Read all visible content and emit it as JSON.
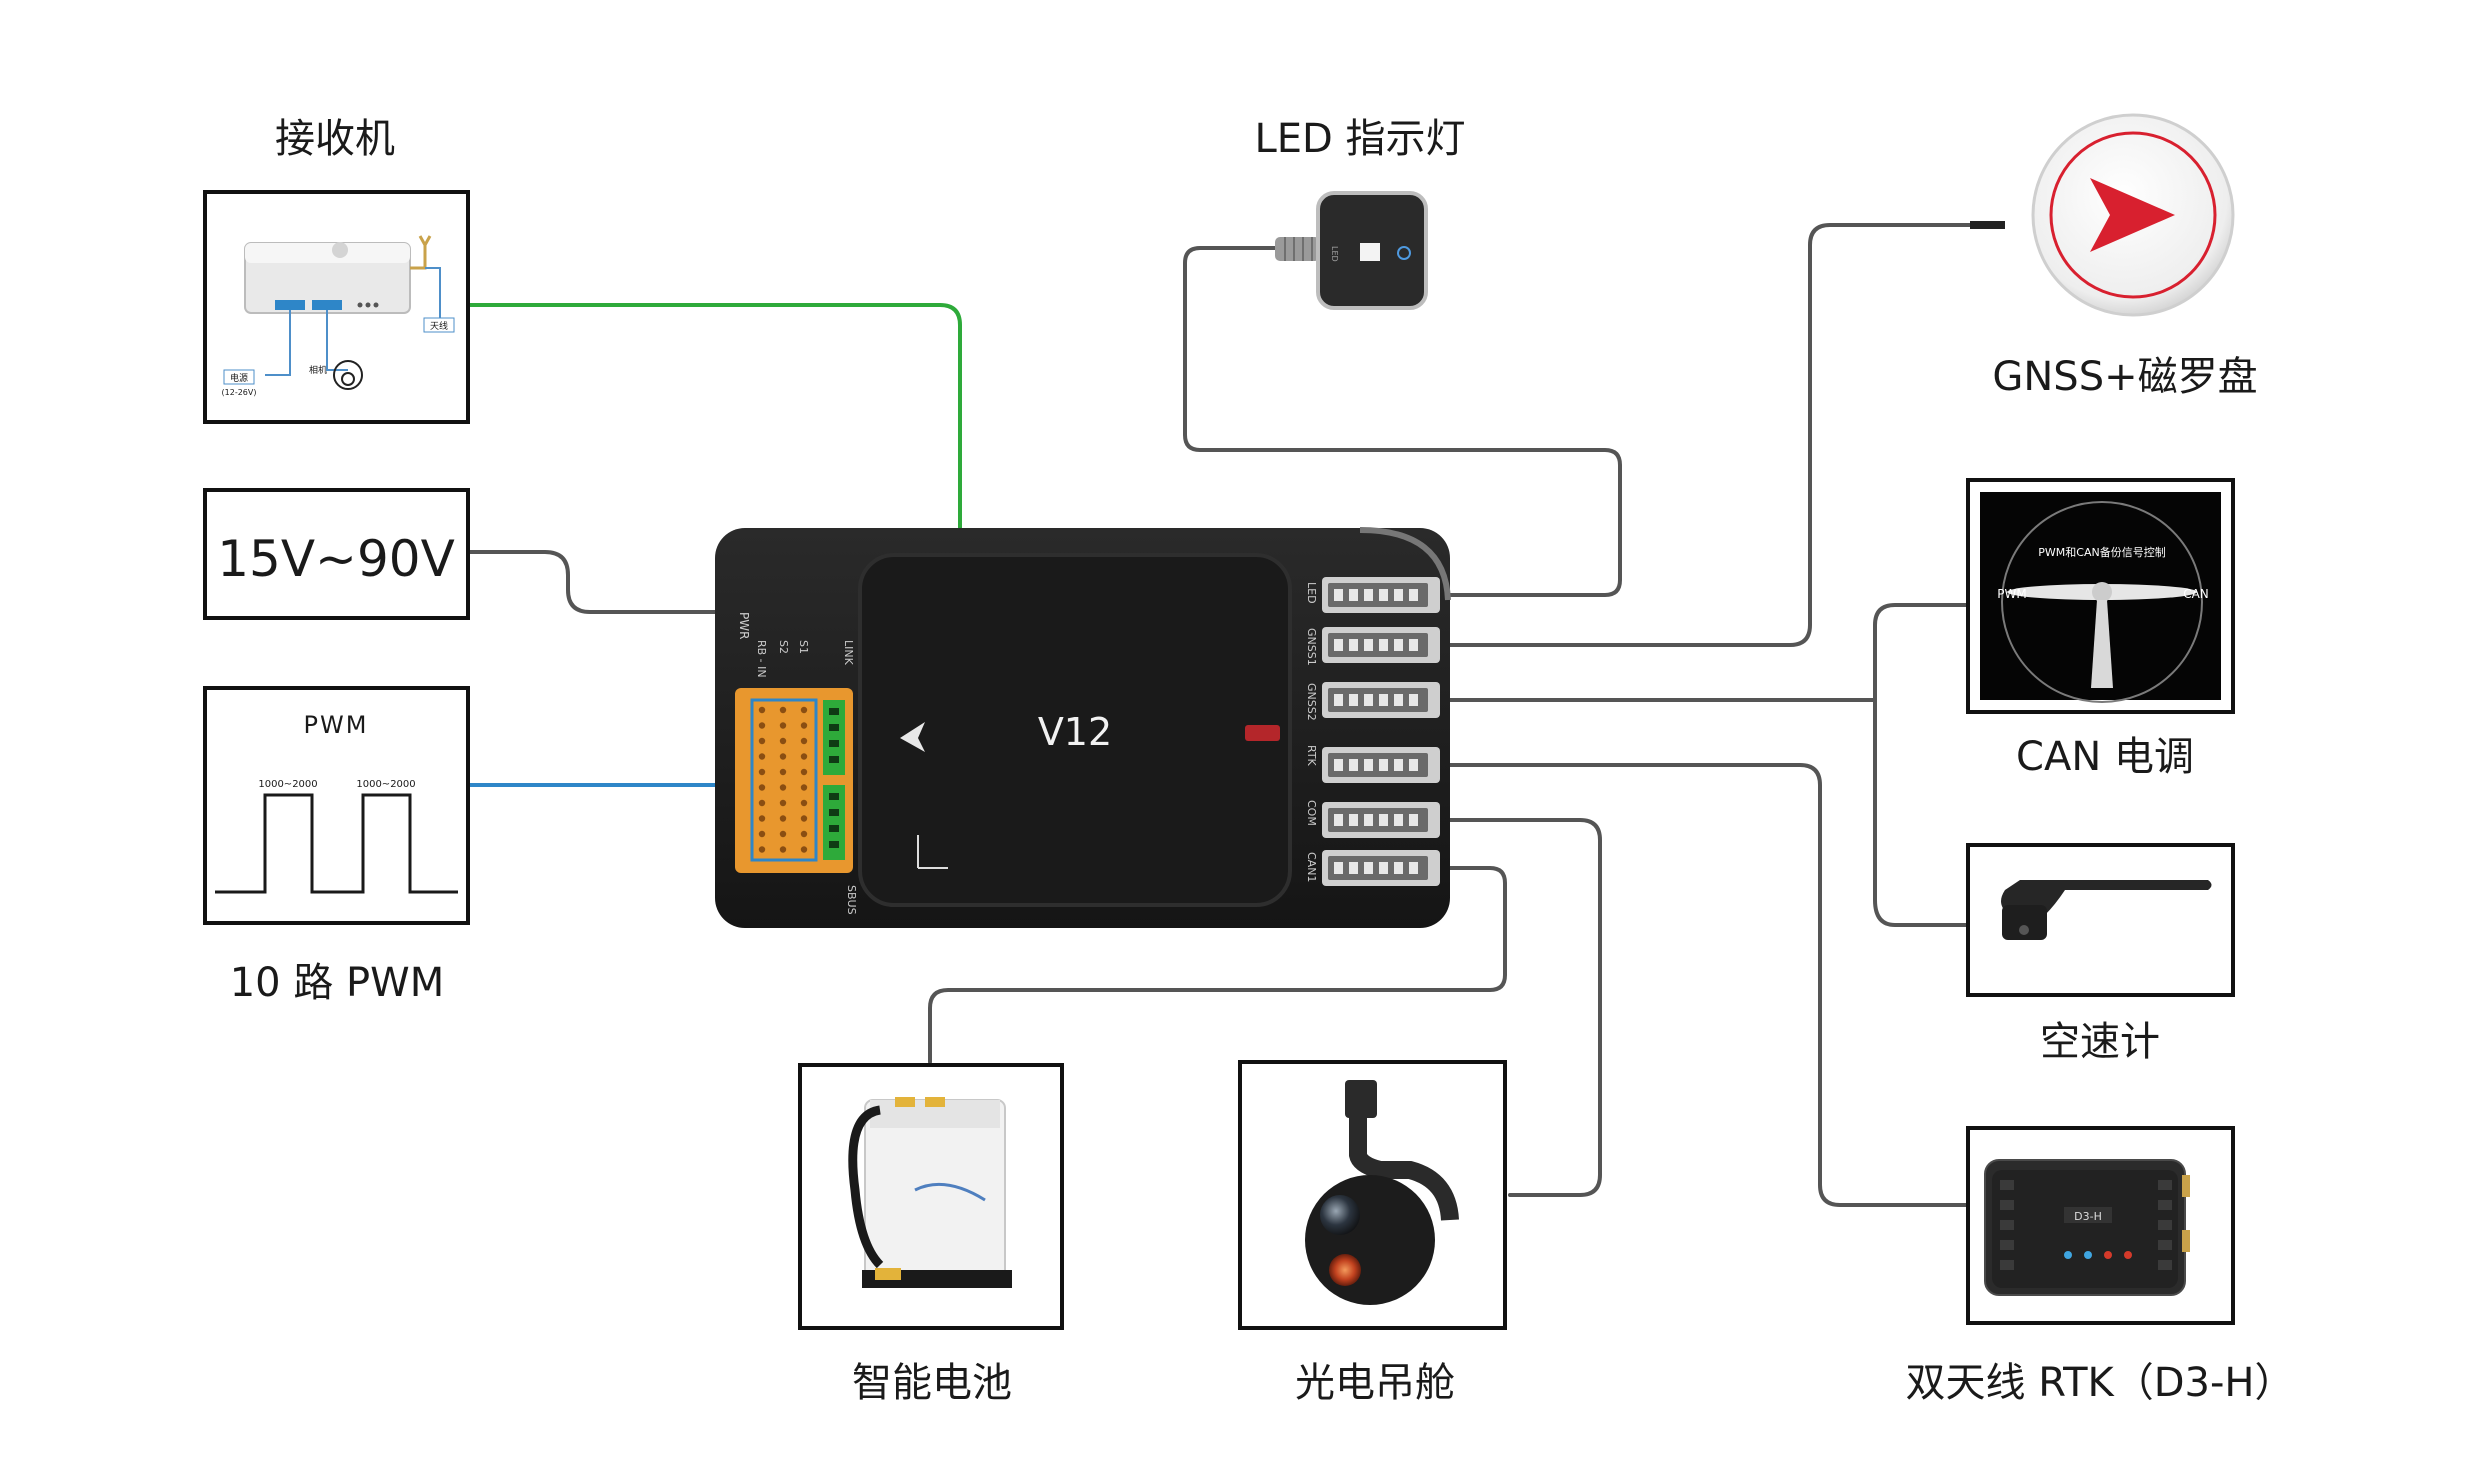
{
  "controller": {
    "name": "V12",
    "port_pwr": "PWR",
    "left_ports": [
      "RB - IN",
      "S2",
      "S1",
      "LINK"
    ],
    "sbus_label": "SBUS",
    "right_ports": [
      "LED",
      "GNSS1",
      "GNSS2",
      "RTK",
      "COM",
      "CAN1"
    ]
  },
  "devices": {
    "receiver": {
      "label": "接收机",
      "tag_power": "电源",
      "tag_power_range": "(12-26V)",
      "tag_camera": "相机",
      "tag_antenna": "天线"
    },
    "power": {
      "label": "15V~90V"
    },
    "pwm": {
      "title": "PWM",
      "range_1": "1000~2000",
      "range_2": "1000~2000",
      "label": "10 路 PWM"
    },
    "led": {
      "label": "LED 指示灯",
      "tag": "LED"
    },
    "gnss": {
      "label": "GNSS+磁罗盘"
    },
    "esc": {
      "label": "CAN 电调",
      "caption": "PWM和CAN备份信号控制",
      "left_tag": "PWM",
      "right_tag": "CAN"
    },
    "airspeed": {
      "label": "空速计"
    },
    "rtk": {
      "label": "双天线 RTK（D3-H）",
      "badge": "D3-H"
    },
    "battery": {
      "label": "智能电池"
    },
    "gimbal": {
      "label": "光电吊舱"
    }
  },
  "colors": {
    "wire_default": "#555555",
    "wire_receiver": "#2eaa3a",
    "wire_pwm": "#2e86c8",
    "connector_highlight": "#e8972e",
    "controller_body": "#1e1e1e",
    "gnss_arrow": "#d8202f"
  }
}
